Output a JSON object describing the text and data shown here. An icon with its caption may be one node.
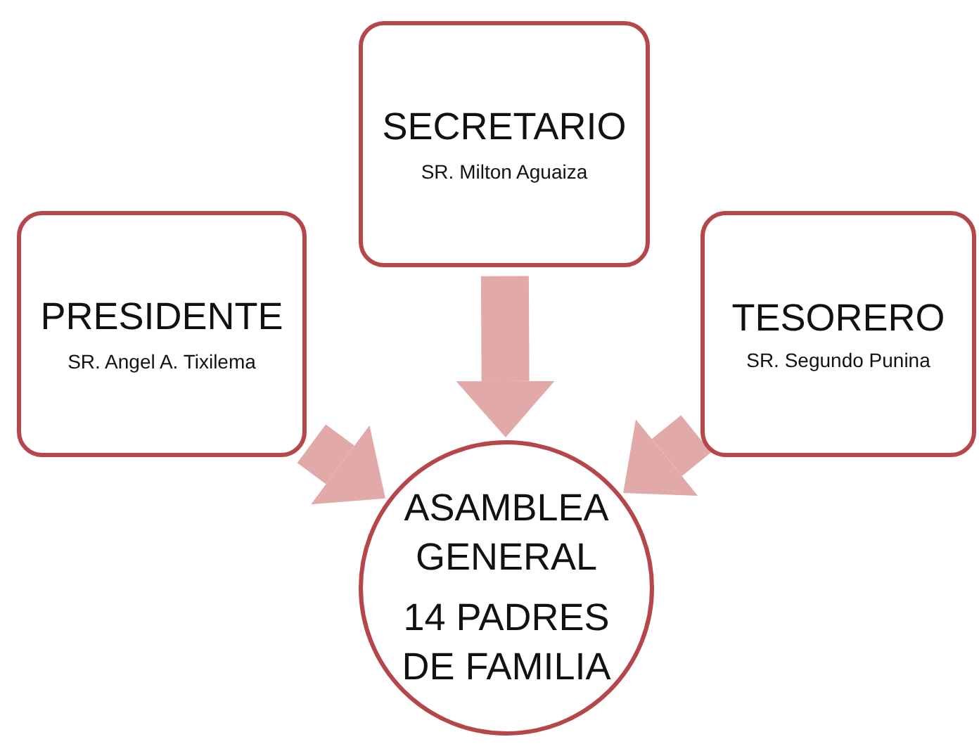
{
  "diagram": {
    "nodes": [
      {
        "text": [
          "PRESIDENTE",
          "SR. Angel A. Tixilema"
        ]
      },
      {
        "text": [
          "SECRETARIO",
          "SR. Milton Aguaiza"
        ]
      },
      {
        "text": [
          "TESORERO",
          "SR. Segundo Punina"
        ]
      },
      {
        "text": [
          "ASAMBLEA GENERAL",
          "14 PADRES DE FAMILIA"
        ]
      }
    ],
    "edges": [
      {
        "from": 0,
        "to": 3,
        "arrow": "to"
      },
      {
        "from": 1,
        "to": 3,
        "arrow": "to"
      },
      {
        "from": 2,
        "to": 3,
        "arrow": "to"
      }
    ]
  }
}
